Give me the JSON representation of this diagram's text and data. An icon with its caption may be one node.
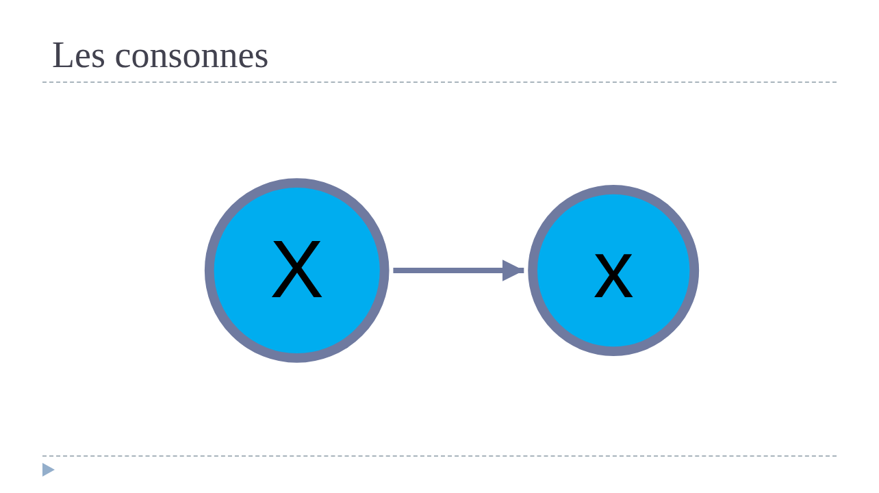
{
  "diagram": {
    "title": "Les consonnes",
    "nodes": [
      {
        "text": [
          "X"
        ]
      },
      {
        "text": [
          "x"
        ]
      }
    ],
    "edges": [
      {
        "from": 0,
        "to": 1,
        "arrow": "to"
      }
    ]
  }
}
